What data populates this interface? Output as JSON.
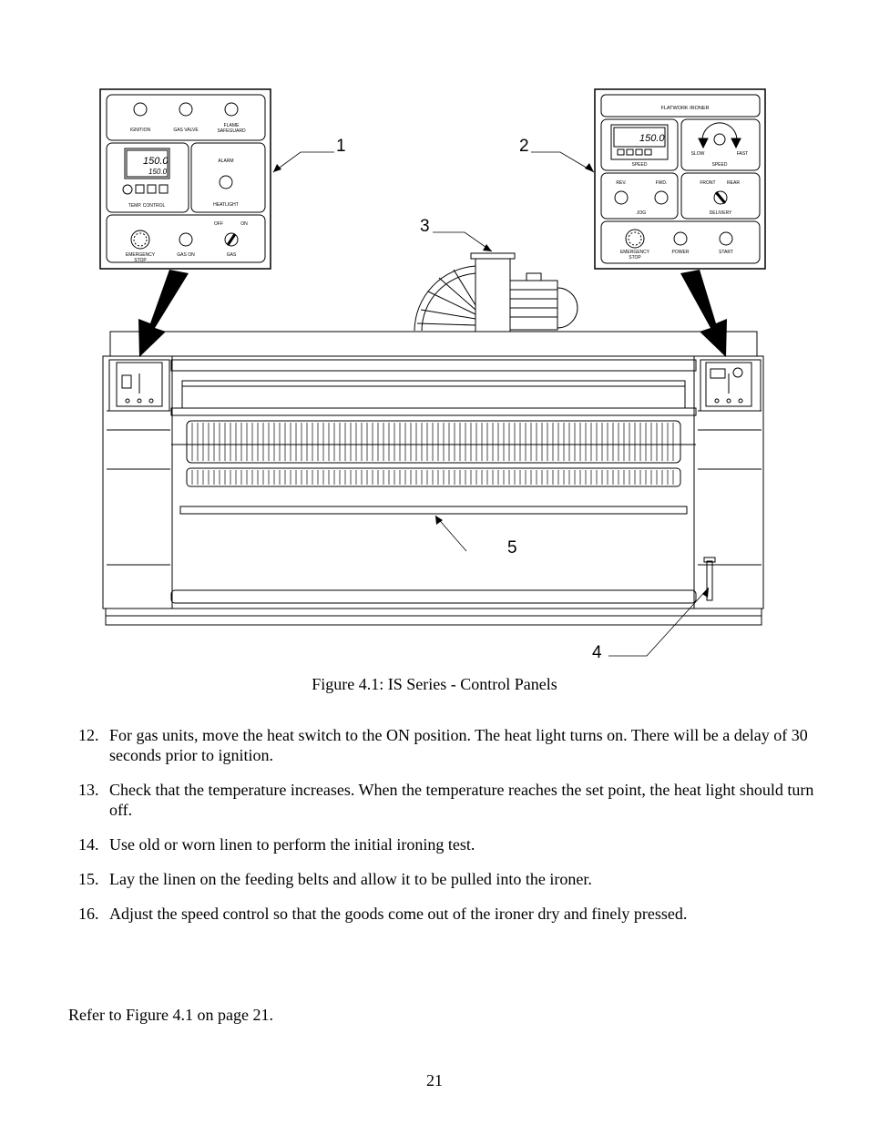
{
  "figure": {
    "callouts": [
      "1",
      "2",
      "3",
      "4",
      "5"
    ],
    "left_panel": {
      "labels": {
        "ignition": "IGNITION",
        "gas_valve": "GAS VALVE",
        "flame": "FLAME",
        "safeguard": "SAFEGUARD",
        "alarm": "ALARM",
        "heatlight": "HEATLIGHT",
        "temp_control": "TEMP. CONTROL",
        "display_top": "150.0",
        "display_bottom": "150.0",
        "off": "OFF",
        "on": "ON",
        "emergency": "EMERGENCY",
        "stop": "STOP",
        "gas_on": "GAS ON",
        "gas": "GAS"
      }
    },
    "right_panel": {
      "labels": {
        "title": "FLATWORK IRONER",
        "display": "150.0",
        "speed_left": "SPEED",
        "slow": "SLOW",
        "fast": "FAST",
        "speed_right": "SPEED",
        "rev": "REV.",
        "fwd": "FWD.",
        "jog": "JOG",
        "front": "FRONT",
        "rear": "REAR",
        "delivery": "DELIVERY",
        "emergency": "EMERGENCY",
        "stop": "STOP",
        "power": "POWER",
        "start": "START"
      }
    }
  },
  "caption": "Figure 4.1: IS Series - Control Panels",
  "steps": [
    {
      "num": "12.",
      "text": "For gas units, move the heat switch to the ON position.  The heat light turns on.  There will be a delay of 30 seconds prior to ignition."
    },
    {
      "num": "13.",
      "text": "Check that the temperature increases.  When the temperature reaches the set point, the heat light should turn off."
    },
    {
      "num": "14.",
      "text": "Use old or worn linen to perform the initial ironing test."
    },
    {
      "num": "15.",
      "text": "Lay the linen on the feeding belts and allow it to be pulled into the ironer."
    },
    {
      "num": "16.",
      "text": "Adjust the speed control so that the goods come out of the ironer dry and finely pressed."
    }
  ],
  "refer": "Refer to Figure  4.1 on page  21.",
  "page_number": "21"
}
